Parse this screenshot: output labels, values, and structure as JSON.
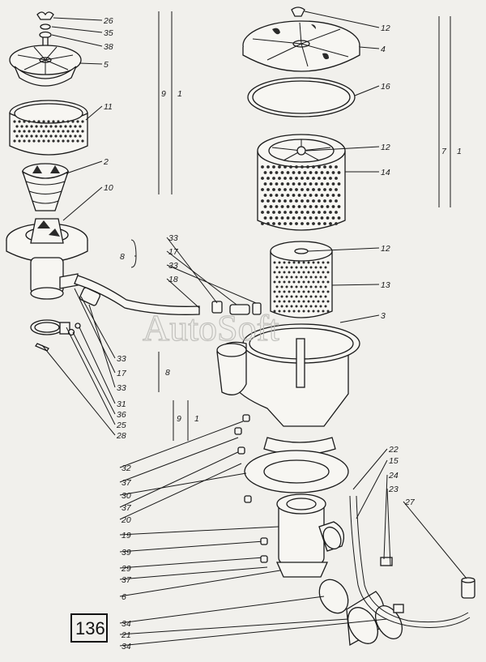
{
  "watermark": "AutoSoft",
  "page_number": "136",
  "left_group": {
    "callouts": [
      "26",
      "35",
      "38",
      "5",
      "11",
      "2",
      "10"
    ],
    "lower_callouts": [
      "33",
      "17",
      "33",
      "31",
      "36",
      "25",
      "28"
    ]
  },
  "middle_group": {
    "callouts": [
      "33",
      "17",
      "33",
      "18"
    ]
  },
  "right_group": {
    "callouts": [
      "12",
      "4",
      "16",
      "12",
      "14",
      "12",
      "13",
      "3"
    ]
  },
  "bottom_group": {
    "callouts": [
      "32",
      "37",
      "30",
      "37",
      "20",
      "19",
      "39",
      "29",
      "37",
      "6",
      "34",
      "21",
      "34"
    ],
    "right_callouts": [
      "22",
      "15",
      "24",
      "23",
      "27"
    ]
  },
  "assembly_marks": {
    "left_pair_a": "9",
    "left_pair_b": "1",
    "right_pair_a": "7",
    "right_pair_b": "1",
    "hose_group": "8",
    "lower_mark": "8",
    "lower_pair_a": "9",
    "lower_pair_b": "1"
  }
}
